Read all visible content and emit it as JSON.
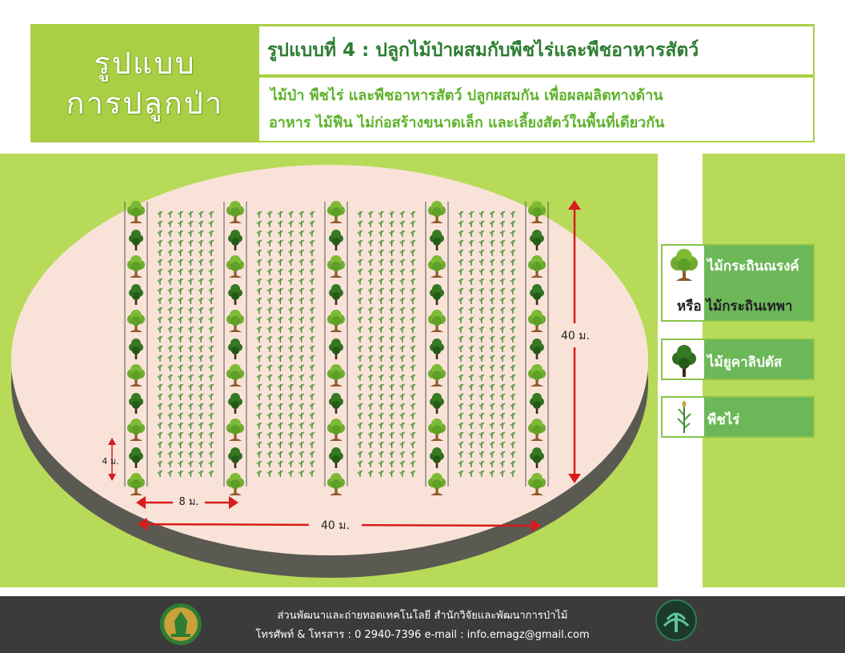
{
  "header": {
    "left_line1": "รูปแบบ",
    "left_line2": "การปลูกป่า",
    "title": "รูปแบบที่ 4 : ปลูกไม้ป่าผสมกับพืชไร่และพืชอาหารสัตว์",
    "desc_line1": "ไม้ป่า พืชไร่ และพืชอาหารสัตว์ ปลูกผสมกัน เพื่อผลผลิตทางด้าน",
    "desc_line2": "อาหาร ไม้ฟืน ไม่ก่อสร้างขนาดเล็ก และเลี้ยงสัตว์ในพื้นที่เดียวกัน"
  },
  "diagram": {
    "height_label": "40 ม.",
    "width_label": "40 ม.",
    "row_spacing_label": "8 ม.",
    "tree_spacing_label": "4 ม."
  },
  "legend": {
    "item1_line1": "ไม้กระถินณรงค์",
    "item1_line2": "หรือ ไม้กระถินเทพา",
    "item2": "ไม้ยูคาลิปตัส",
    "item3": "พืชไร่"
  },
  "footer": {
    "line1": "ส่วนพัฒนาและถ่ายทอดเทคโนโลยี  สำนักวิจัยและพัฒนาการป่าไม้",
    "line2": "โทรศัพท์ & โทรสาร : 0  2940-7396 e-mail : info.emagz@gmail.com"
  },
  "colors": {
    "header_green": "#a9cf45",
    "field_green": "#b8da59",
    "plot_fill": "#f9e3d8",
    "plot_side": "#5a5a52",
    "arrow_red": "#d81b1b",
    "footer_bg": "#3b3b3b"
  }
}
